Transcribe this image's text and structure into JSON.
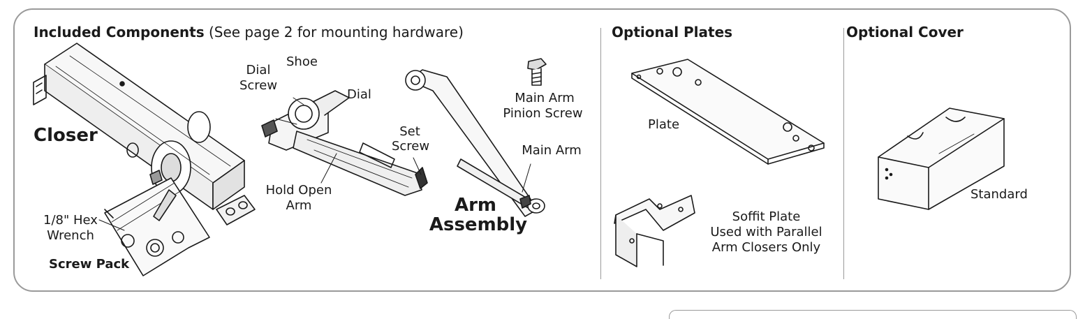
{
  "sections": {
    "included": {
      "title": "Included Components",
      "note": "(See page 2 for mounting hardware)"
    },
    "plates": {
      "title": "Optional Plates"
    },
    "cover": {
      "title": "Optional Cover"
    }
  },
  "labels": {
    "closer": "Closer",
    "dial_screw_1": "Dial",
    "dial_screw_2": "Screw",
    "shoe": "Shoe",
    "dial": "Dial",
    "set_screw_1": "Set",
    "set_screw_2": "Screw",
    "hold_open_1": "Hold Open",
    "hold_open_2": "Arm",
    "pinion_1": "Main Arm",
    "pinion_2": "Pinion Screw",
    "main_arm": "Main Arm",
    "arm_assembly_1": "Arm",
    "arm_assembly_2": "Assembly",
    "hex_1": "1/8\" Hex",
    "hex_2": "Wrench",
    "screw_pack": "Screw Pack",
    "plate": "Plate",
    "soffit_1": "Soffit Plate",
    "soffit_2": "Used with Parallel",
    "soffit_3": "Arm Closers Only",
    "standard": "Standard"
  },
  "colors": {
    "frame": "#9a9a9a",
    "ink": "#1a1a1a"
  }
}
